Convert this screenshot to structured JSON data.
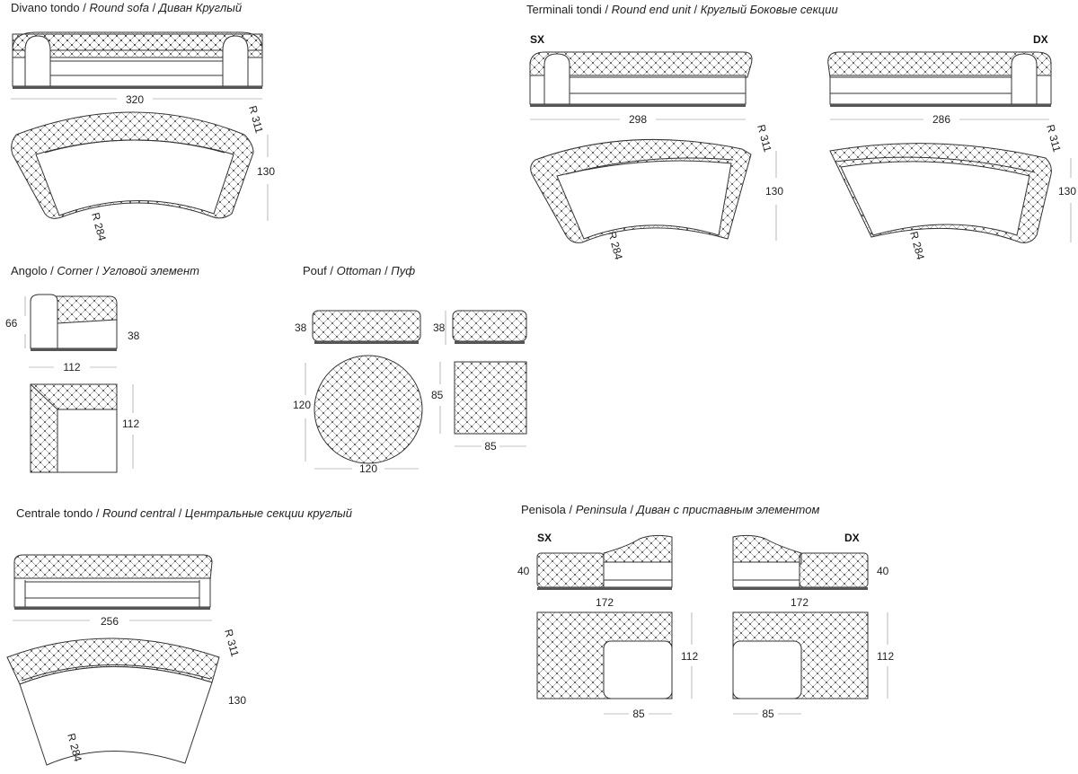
{
  "sections": {
    "divano": {
      "title": {
        "it": "Divano tondo",
        "en": "Round sofa",
        "ru": "Диван Круглый"
      },
      "width": "320",
      "depth": "130",
      "r_outer": "R 311",
      "r_inner": "R 284"
    },
    "terminali": {
      "title": {
        "it": "Terminali tondi",
        "en": "Round end unit",
        "ru": "Круглый Боковые секции"
      },
      "sx": {
        "label": "SX",
        "width": "298",
        "depth": "130",
        "r_outer": "R 311",
        "r_inner": "R 284"
      },
      "dx": {
        "label": "DX",
        "width": "286",
        "depth": "130",
        "r_outer": "R 311",
        "r_inner": "R 284"
      }
    },
    "angolo": {
      "title": {
        "it": "Angolo",
        "en": "Corner",
        "ru": "Угловой элемент"
      },
      "height": "66",
      "seat": "38",
      "width": "112",
      "depth": "112"
    },
    "pouf": {
      "title": {
        "it": "Pouf",
        "en": "Ottoman",
        "ru": "Пуф"
      },
      "round": {
        "height": "38",
        "diameter_v": "120",
        "diameter_h": "120"
      },
      "square": {
        "height": "38",
        "depth": "85",
        "width": "85"
      }
    },
    "centrale": {
      "title": {
        "it": "Centrale tondo",
        "en": "Round central",
        "ru": "Центральные секции круглый"
      },
      "width": "256",
      "depth": "130",
      "r_outer": "R 311",
      "r_inner": "R 284"
    },
    "penisola": {
      "title": {
        "it": "Penisola",
        "en": "Peninsula",
        "ru": "Диван с приставным элементом"
      },
      "sx": {
        "label": "SX",
        "height": "40",
        "width": "172",
        "depth": "112",
        "seat": "85"
      },
      "dx": {
        "label": "DX",
        "height": "40",
        "width": "172",
        "depth": "112",
        "seat": "85"
      }
    }
  },
  "separator": " / "
}
